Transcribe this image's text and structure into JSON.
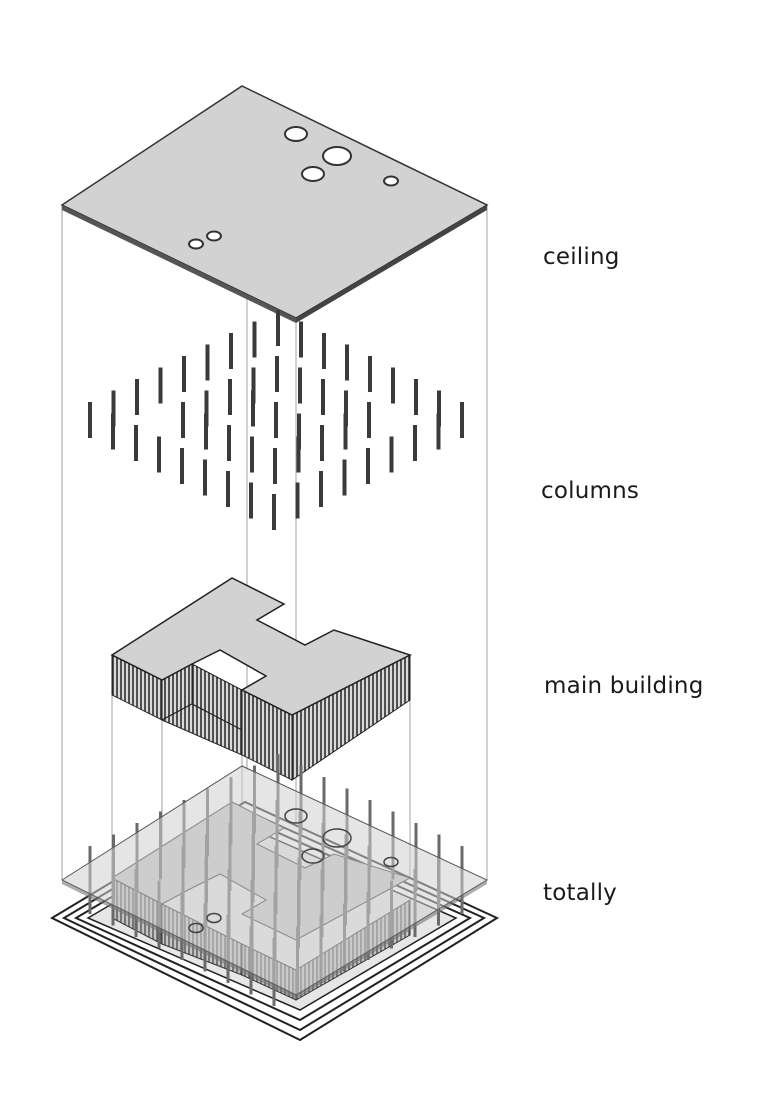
{
  "layers": {
    "ceiling": "ceiling",
    "columns": "columns",
    "main_building": "main building",
    "totally": "totally"
  },
  "colors": {
    "slab_fill": "#d2d2d2",
    "slab_edge": "#3a3a3a",
    "column": "#3a3a3a",
    "guide_line": "#9a9a9a",
    "glass_fill": "#cfcfcf"
  }
}
